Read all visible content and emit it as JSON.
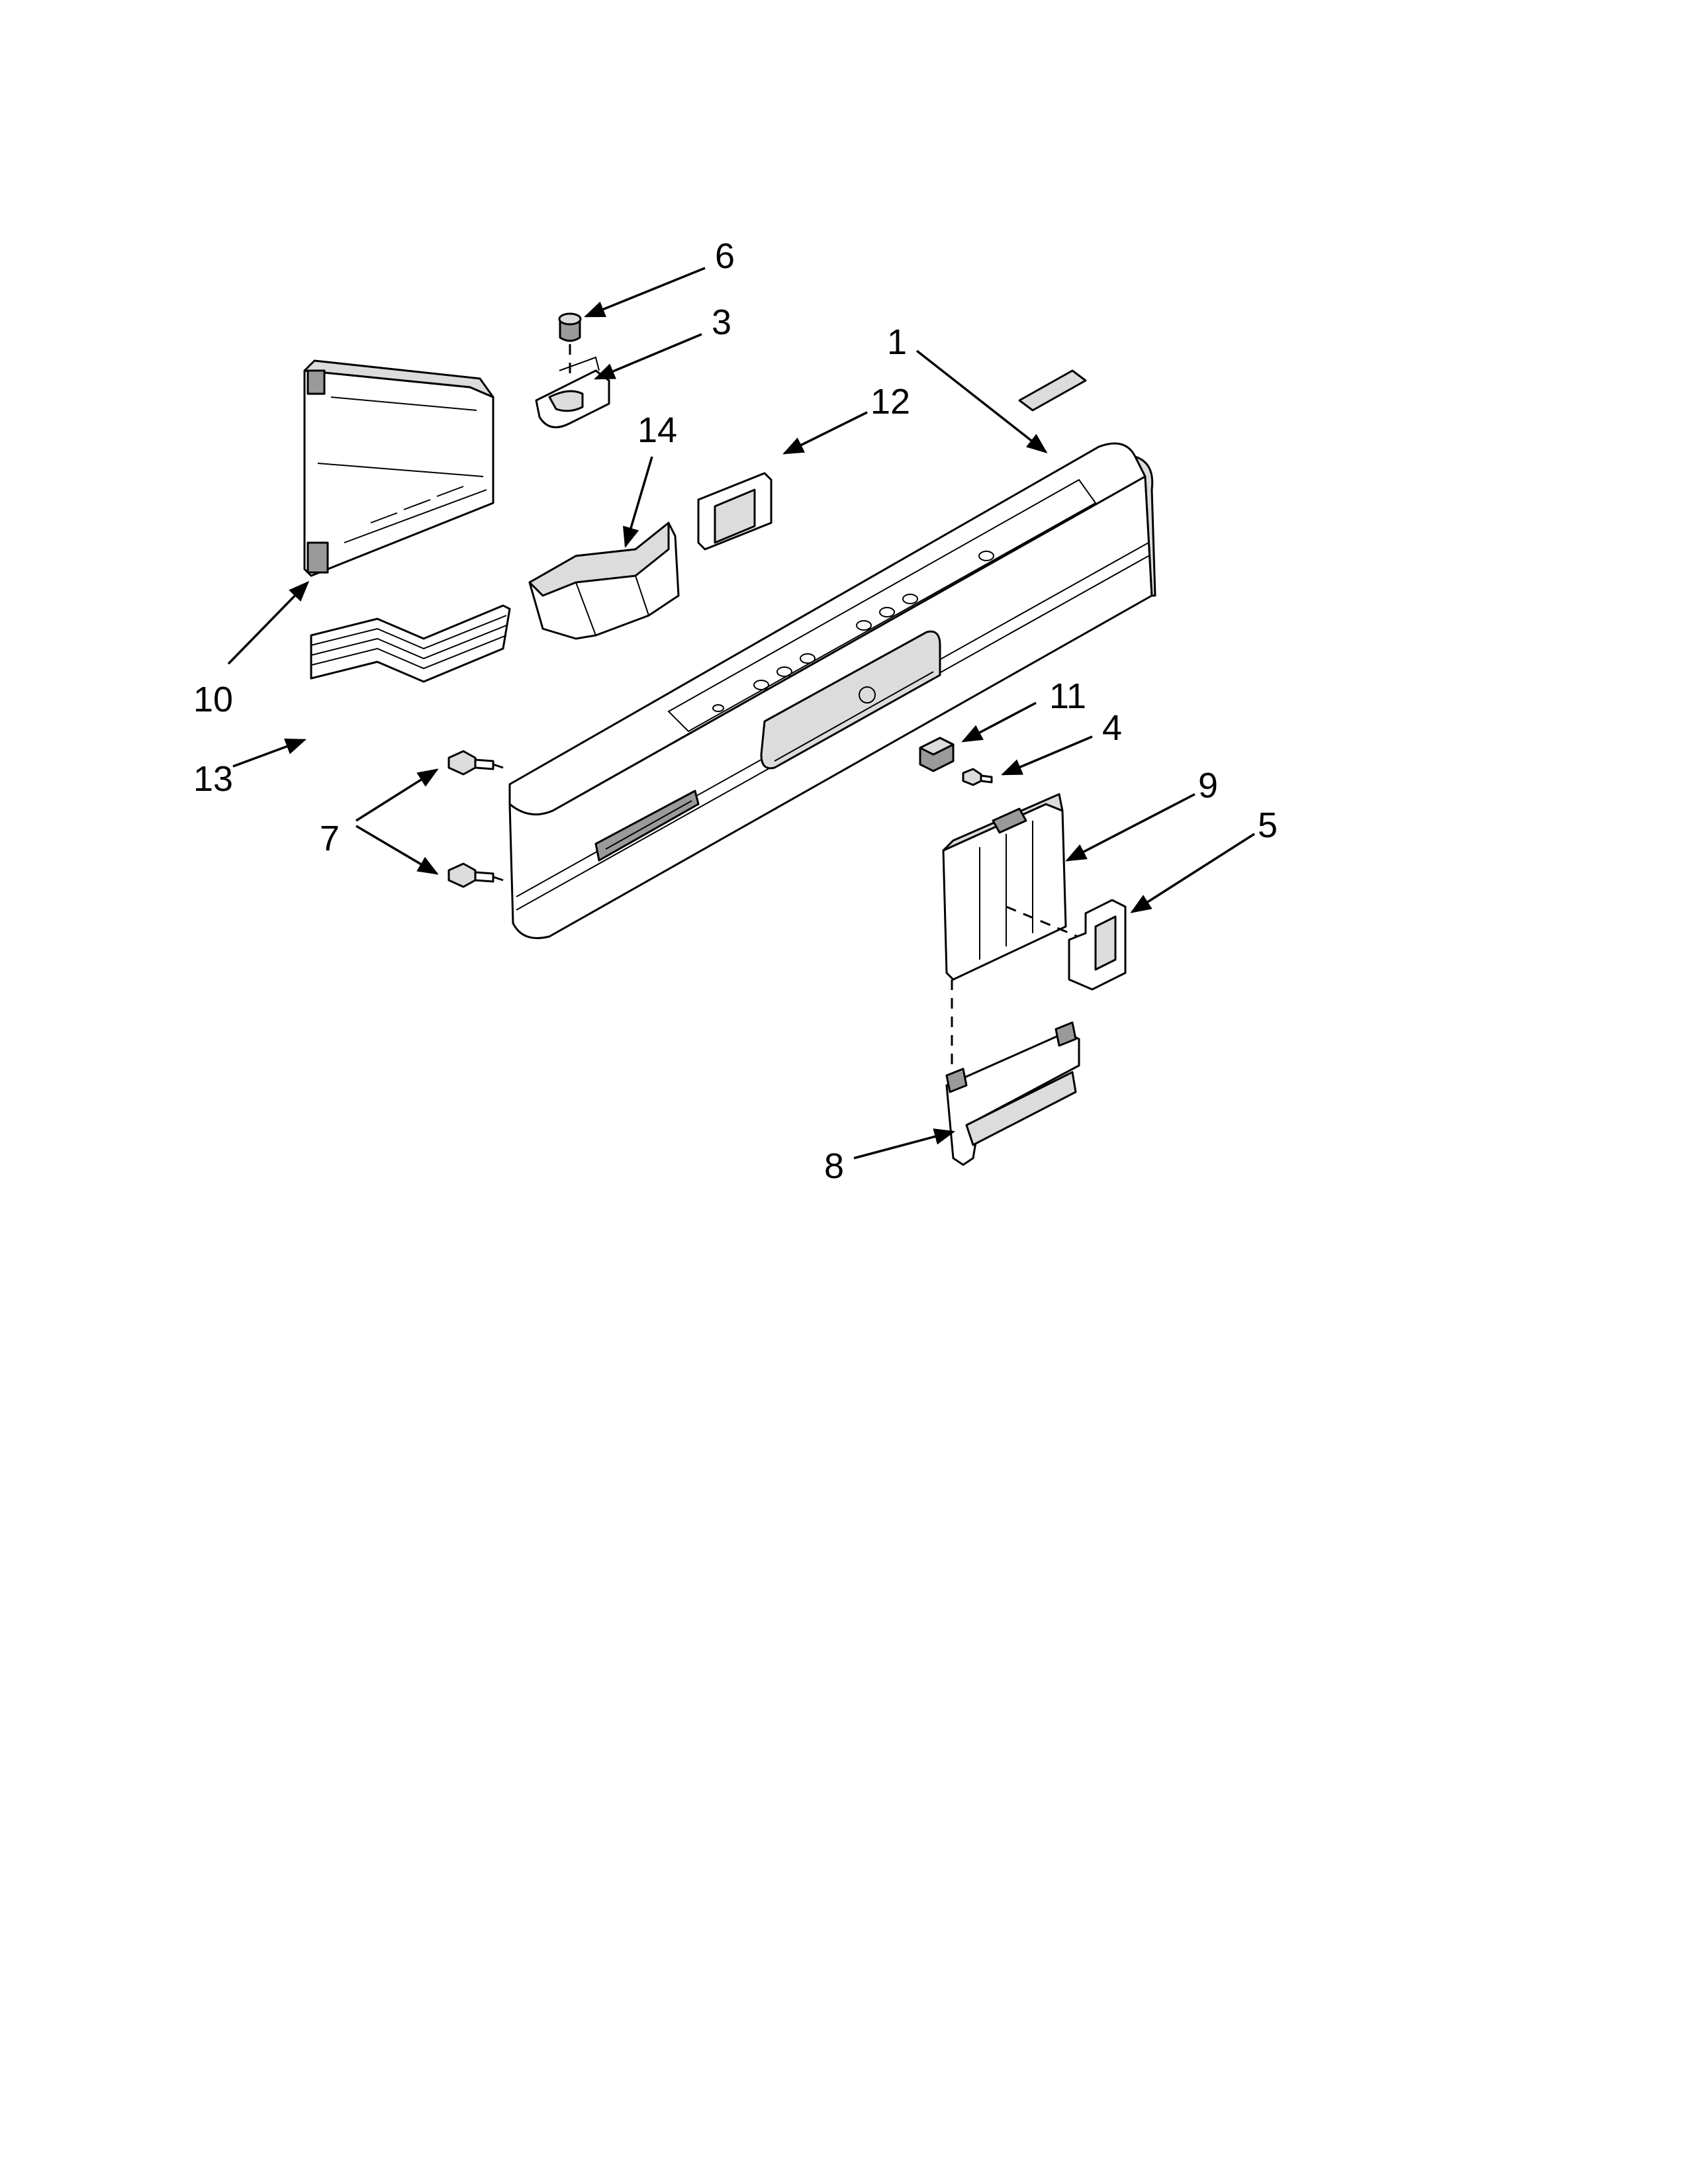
{
  "diagram": {
    "callouts": [
      {
        "id": "c6",
        "label": "6"
      },
      {
        "id": "c3",
        "label": "3"
      },
      {
        "id": "c1",
        "label": "1"
      },
      {
        "id": "c12",
        "label": "12"
      },
      {
        "id": "c14",
        "label": "14"
      },
      {
        "id": "c10",
        "label": "10"
      },
      {
        "id": "c13",
        "label": "13"
      },
      {
        "id": "c7",
        "label": "7"
      },
      {
        "id": "c11",
        "label": "11"
      },
      {
        "id": "c4",
        "label": "4"
      },
      {
        "id": "c9",
        "label": "9"
      },
      {
        "id": "c5",
        "label": "5"
      },
      {
        "id": "c8",
        "label": "8"
      }
    ]
  }
}
